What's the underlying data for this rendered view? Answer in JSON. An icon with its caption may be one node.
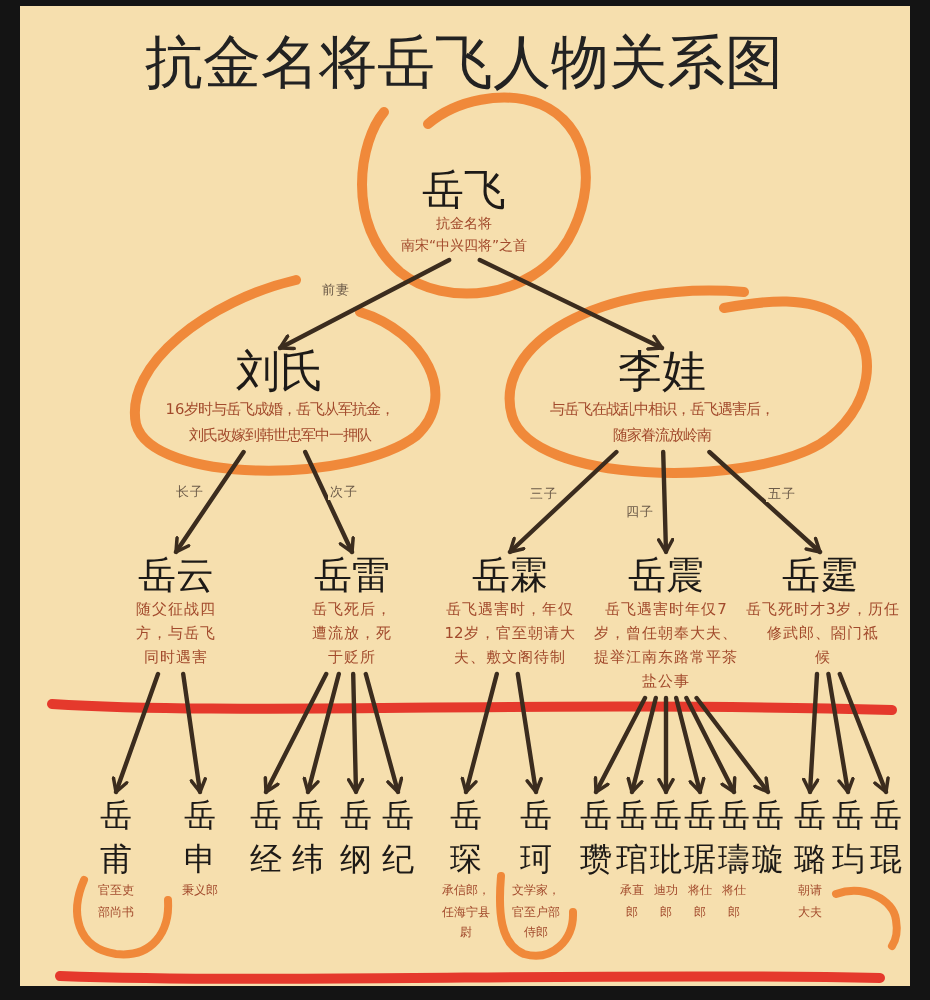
{
  "diagram": {
    "title": "抗金名将岳飞人物关系图",
    "nodes": [
      {
        "text": [
          "岳飞",
          "抗金名将",
          "南宋“中兴四将”之首"
        ]
      },
      {
        "text": [
          "刘氏",
          "16岁时与岳飞成婚，岳飞从军抗金，刘氏改嫁到韩世忠军中一押队"
        ]
      },
      {
        "text": [
          "李娃",
          "与岳飞在战乱中相识，岳飞遇害后，随家眷流放岭南"
        ]
      },
      {
        "text": [
          "岳云",
          "随父征战四方，与岳飞同时遇害"
        ]
      },
      {
        "text": [
          "岳雷",
          "岳飞死后，遭流放，死于贬所"
        ]
      },
      {
        "text": [
          "岳霖",
          "岳飞遇害时，年仅12岁，官至朝请大夫、敷文阁待制"
        ]
      },
      {
        "text": [
          "岳震",
          "岳飞遇害时年仅7岁，曾任朝奉大夫、提举江南东路常平茶盐公事"
        ]
      },
      {
        "text": [
          "岳霆",
          "岳飞死时才3岁，历任修武郎、閤门祗候"
        ]
      },
      {
        "text": [
          "岳甫",
          "官至吏部尚书"
        ]
      },
      {
        "text": [
          "岳申",
          "秉义郎"
        ]
      },
      {
        "text": [
          "岳经"
        ]
      },
      {
        "text": [
          "岳纬"
        ]
      },
      {
        "text": [
          "岳纲"
        ]
      },
      {
        "text": [
          "岳纪"
        ]
      },
      {
        "text": [
          "岳琛",
          "承信郎，任海宁县尉"
        ]
      },
      {
        "text": [
          "岳珂",
          "文学家，官至户部侍郎"
        ]
      },
      {
        "text": [
          "岳瓒"
        ]
      },
      {
        "text": [
          "岳琯",
          "承直郎"
        ]
      },
      {
        "text": [
          "岳玭",
          "迪功郎"
        ]
      },
      {
        "text": [
          "岳琚",
          "将仕郎"
        ]
      },
      {
        "text": [
          "岳璹",
          "将仕郎"
        ]
      },
      {
        "text": [
          "岳璇"
        ]
      },
      {
        "text": [
          "岳璐",
          "朝请大夫"
        ]
      },
      {
        "text": [
          "岳玙"
        ]
      },
      {
        "text": [
          "岳琨"
        ]
      }
    ],
    "edges": [
      {
        "from": 0,
        "to": 1,
        "arrow": "to",
        "label": "前妻"
      },
      {
        "from": 0,
        "to": 2,
        "arrow": "to"
      },
      {
        "from": 1,
        "to": 3,
        "arrow": "to",
        "label": "长子"
      },
      {
        "from": 1,
        "to": 4,
        "arrow": "to",
        "label": "次子"
      },
      {
        "from": 2,
        "to": 5,
        "arrow": "to",
        "label": "三子"
      },
      {
        "from": 2,
        "to": 6,
        "arrow": "to",
        "label": "四子"
      },
      {
        "from": 2,
        "to": 7,
        "arrow": "to",
        "label": "五子"
      },
      {
        "from": 3,
        "to": 8,
        "arrow": "to"
      },
      {
        "from": 3,
        "to": 9,
        "arrow": "to"
      },
      {
        "from": 4,
        "to": 10,
        "arrow": "to"
      },
      {
        "from": 4,
        "to": 11,
        "arrow": "to"
      },
      {
        "from": 4,
        "to": 12,
        "arrow": "to"
      },
      {
        "from": 4,
        "to": 13,
        "arrow": "to"
      },
      {
        "from": 5,
        "to": 14,
        "arrow": "to"
      },
      {
        "from": 5,
        "to": 15,
        "arrow": "to"
      },
      {
        "from": 6,
        "to": 16,
        "arrow": "to"
      },
      {
        "from": 6,
        "to": 17,
        "arrow": "to"
      },
      {
        "from": 6,
        "to": 18,
        "arrow": "to"
      },
      {
        "from": 6,
        "to": 19,
        "arrow": "to"
      },
      {
        "from": 6,
        "to": 20,
        "arrow": "to"
      },
      {
        "from": 6,
        "to": 21,
        "arrow": "to"
      },
      {
        "from": 7,
        "to": 22,
        "arrow": "to"
      },
      {
        "from": 7,
        "to": 23,
        "arrow": "to"
      },
      {
        "from": 7,
        "to": 24,
        "arrow": "to"
      }
    ]
  }
}
